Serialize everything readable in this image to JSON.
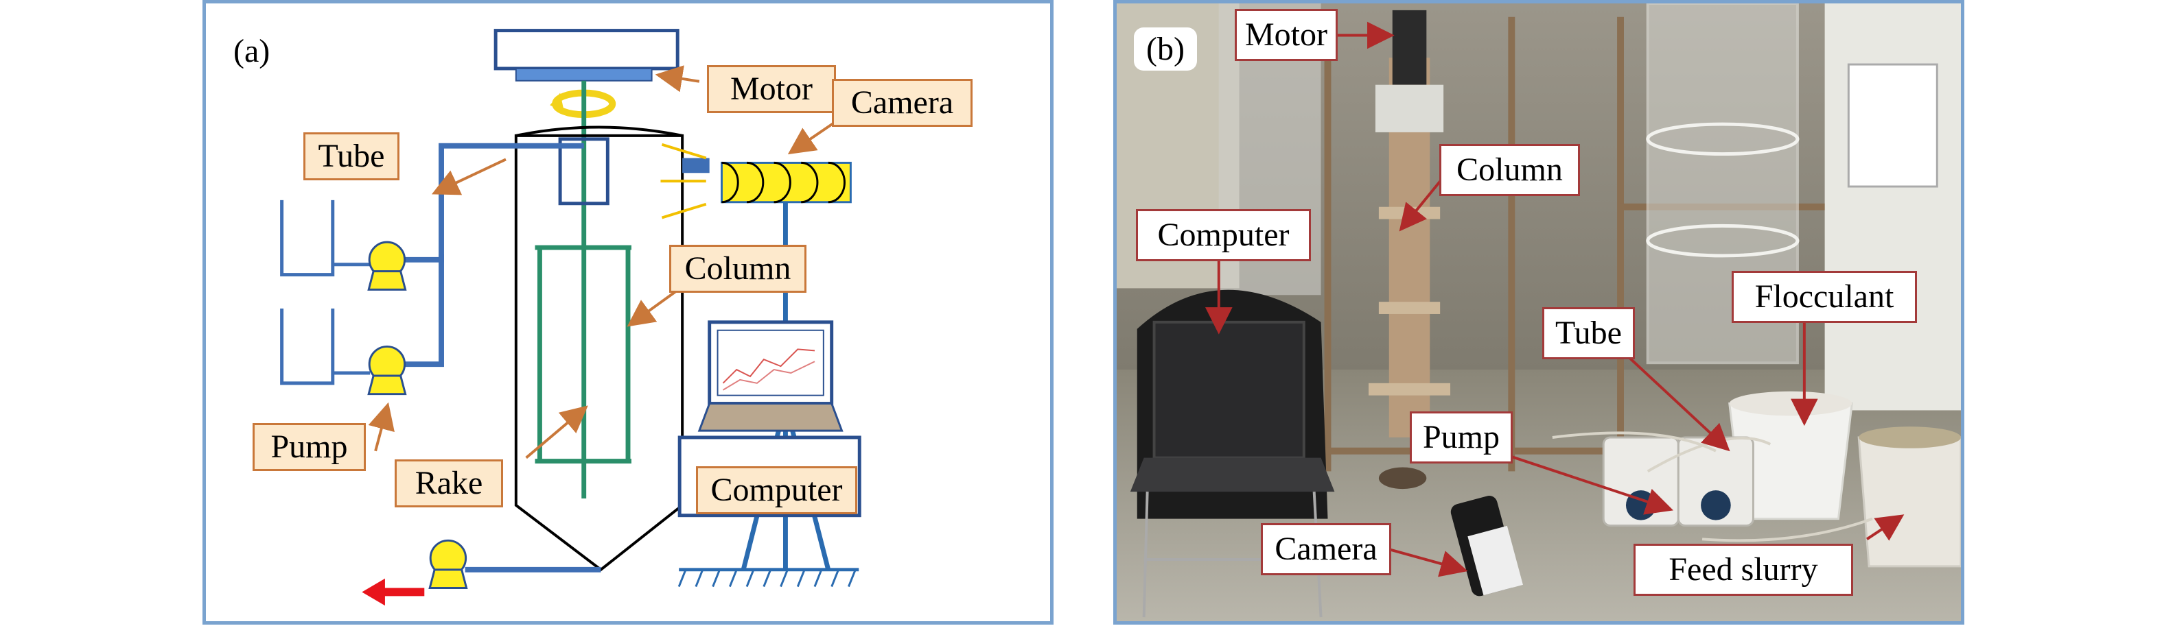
{
  "panel_a": {
    "letter": "(a)",
    "labels": {
      "motor": "Motor",
      "camera": "Camera",
      "tube": "Tube",
      "column": "Column",
      "pump": "Pump",
      "rake": "Rake",
      "computer": "Computer"
    }
  },
  "panel_b": {
    "letter": "(b)",
    "labels": {
      "motor": "Motor",
      "column": "Column",
      "computer": "Computer",
      "flocculant": "Flocculant",
      "tube": "Tube",
      "pump": "Pump",
      "camera": "Camera",
      "feed_slurry": "Feed slurry"
    }
  },
  "colors": {
    "frame": "#7aa3cf",
    "pipe": "#3f6fb5",
    "pump": "#ffee22",
    "rake": "#2a8f6a",
    "callout_a_fill": "#fde9cc",
    "callout_a_border": "#c9783a",
    "callout_b_border": "#a33a3a",
    "discharge_arrow": "#e8141c"
  }
}
